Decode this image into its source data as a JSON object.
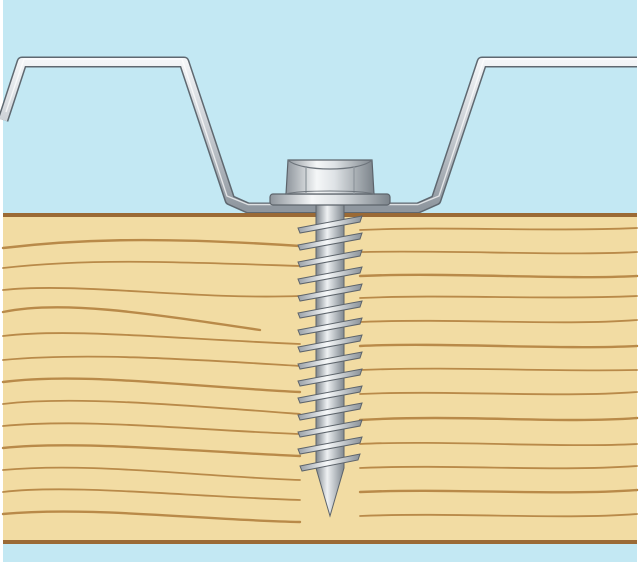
{
  "diagram": {
    "title": "",
    "components": [
      "sky-background",
      "metal-roof-panel",
      "wood-substrate",
      "hex-washer-head-screw"
    ],
    "colors": {
      "sky": "#c3e8f3",
      "panel_fill": "#c9ced3",
      "panel_stroke": "#5f6870",
      "wood": "#f2dca3",
      "wood_grain": "#b98a49",
      "wood_edge": "#9b6a35",
      "screw_light": "#eef1f3",
      "screw_mid": "#b7bcc1",
      "screw_dark": "#6f767d",
      "border": "#ffffff"
    }
  }
}
